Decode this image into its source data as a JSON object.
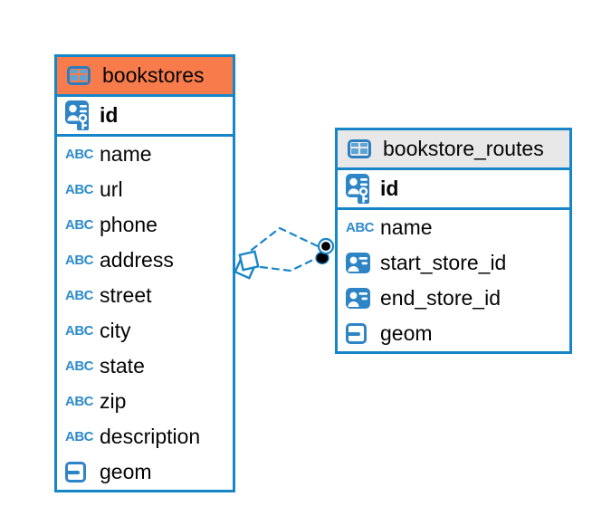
{
  "diagram": {
    "colors": {
      "accent_blue": "#1786c9",
      "icon_blue": "#2e85c6",
      "selected_header_orange": "#f87c4b",
      "header_gray": "#e8e8e8",
      "text": "#050505",
      "background": "#ffffff",
      "marker_dot": "#000000"
    },
    "icons": {
      "text_type_glyph": "ABC"
    },
    "tables": [
      {
        "name": "bookstores",
        "header_color": "#f87c4b",
        "columns": [
          {
            "name": "id",
            "type_icon": "primary-key"
          },
          {
            "name": "name",
            "type_icon": "text"
          },
          {
            "name": "url",
            "type_icon": "text"
          },
          {
            "name": "phone",
            "type_icon": "text"
          },
          {
            "name": "address",
            "type_icon": "text"
          },
          {
            "name": "street",
            "type_icon": "text"
          },
          {
            "name": "city",
            "type_icon": "text"
          },
          {
            "name": "state",
            "type_icon": "text"
          },
          {
            "name": "zip",
            "type_icon": "text"
          },
          {
            "name": "description",
            "type_icon": "text"
          },
          {
            "name": "geom",
            "type_icon": "geometry"
          }
        ]
      },
      {
        "name": "bookstore_routes",
        "header_color": "#e8e8e8",
        "columns": [
          {
            "name": "id",
            "type_icon": "primary-key"
          },
          {
            "name": "name",
            "type_icon": "text"
          },
          {
            "name": "start_store_id",
            "type_icon": "reference"
          },
          {
            "name": "end_store_id",
            "type_icon": "reference"
          },
          {
            "name": "geom",
            "type_icon": "geometry"
          }
        ]
      }
    ],
    "relationships": [
      {
        "from_table": "bookstores",
        "to_table": "bookstore_routes",
        "line_style": "dashed"
      },
      {
        "from_table": "bookstores",
        "to_table": "bookstore_routes",
        "line_style": "dashed"
      }
    ]
  }
}
